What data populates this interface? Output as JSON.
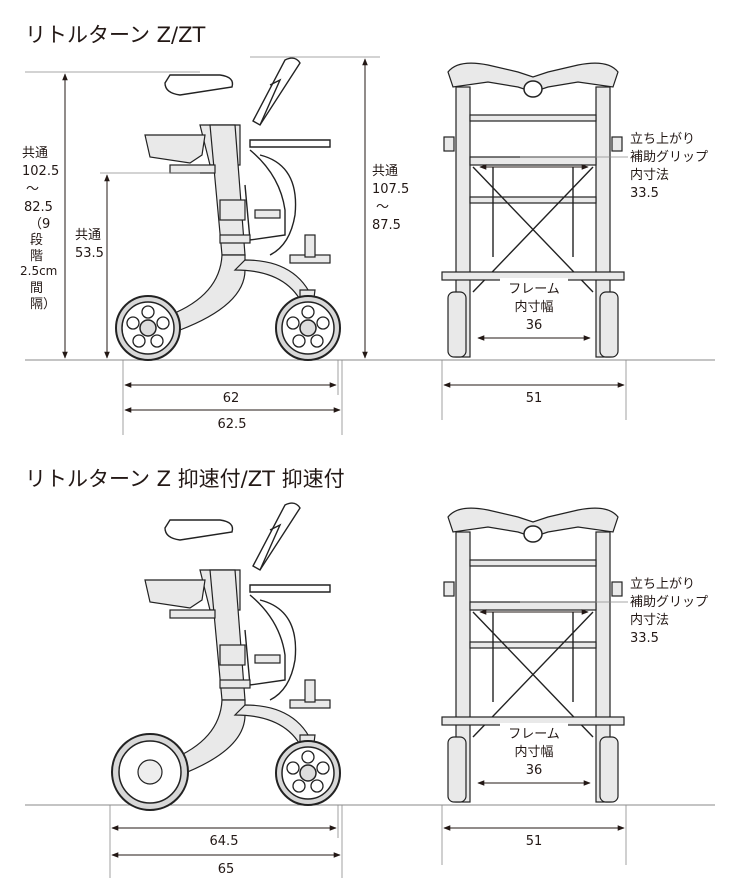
{
  "sections": [
    {
      "title": "リトルターン Z/ZT",
      "side": {
        "height_label": [
          "共通",
          "102.5",
          "～",
          "82.5",
          "（9",
          "段",
          "階",
          "2.5cm",
          "間",
          "隔）"
        ],
        "seat_label": [
          "共通",
          "53.5"
        ],
        "handle_label": [
          "共通",
          "107.5",
          "～",
          "87.5"
        ],
        "length_1": "62",
        "length_2": "62.5"
      },
      "front": {
        "grip_label": [
          "立ち上がり",
          "補助グリップ",
          "内寸法",
          "33.5"
        ],
        "frame_label": [
          "フレーム",
          "内寸幅",
          "36"
        ],
        "width": "51"
      }
    },
    {
      "title": "リトルターン Z 抑速付/ZT 抑速付",
      "side": {
        "length_1": "64.5",
        "length_2": "65"
      },
      "front": {
        "grip_label": [
          "立ち上がり",
          "補助グリップ",
          "内寸法",
          "33.5"
        ],
        "frame_label": [
          "フレーム",
          "内寸幅",
          "36"
        ],
        "width": "51"
      }
    }
  ]
}
